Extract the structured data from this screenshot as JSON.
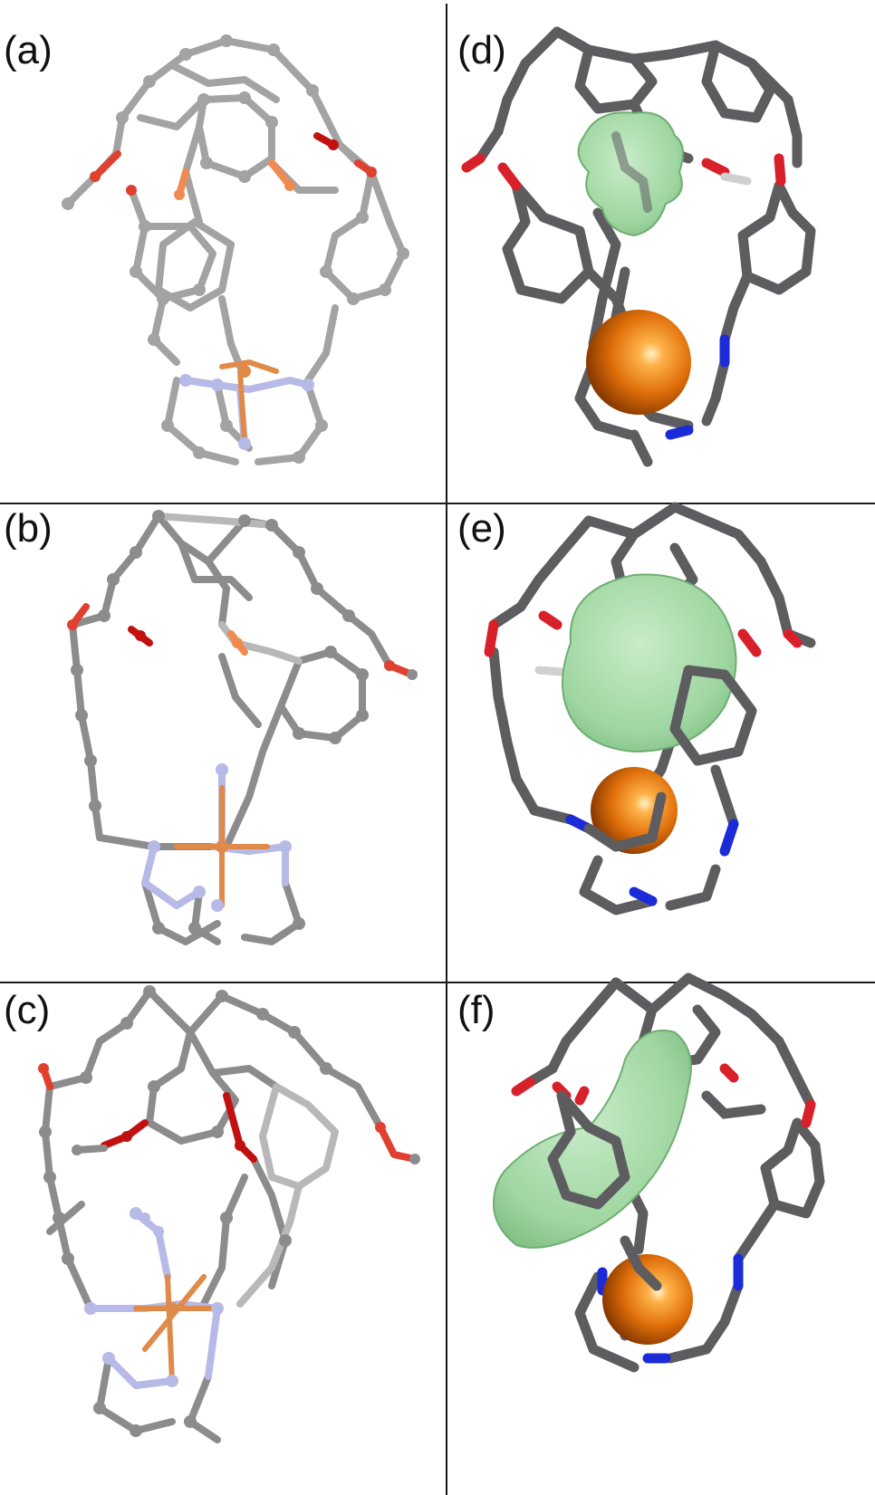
{
  "colors": {
    "background": "#ffffff",
    "divider": "#1a1a1a",
    "ballstick_carbon": "#9a9a9a",
    "ballstick_carbon_dark": "#6e6e6e",
    "ballstick_nitrogen": "#b7b9e6",
    "ballstick_oxygen": "#e04030",
    "ballstick_oxygen_dark": "#c01010",
    "ballstick_oxygen_light": "#f08a50",
    "ballstick_copper": "#e08a4a",
    "stick_carbon": "#5d5d60",
    "stick_nitrogen": "#1b2bd8",
    "stick_oxygen": "#d8202a",
    "copper_sphere": "#e0700a",
    "cavity_surface": "#9fd6a1",
    "cavity_surface_edge": "#6fae72"
  },
  "panels": [
    {
      "id": "a",
      "label": "(a)",
      "style": "ball-and-stick",
      "guest": "none"
    },
    {
      "id": "b",
      "label": "(b)",
      "style": "ball-and-stick",
      "guest": "none"
    },
    {
      "id": "c",
      "label": "(c)",
      "style": "ball-and-stick",
      "guest": "azide"
    },
    {
      "id": "d",
      "label": "(d)",
      "style": "stick-with-cavity",
      "guest": "none"
    },
    {
      "id": "e",
      "label": "(e)",
      "style": "stick-with-cavity",
      "guest": "none"
    },
    {
      "id": "f",
      "label": "(f)",
      "style": "stick-with-cavity",
      "guest": "none"
    }
  ]
}
